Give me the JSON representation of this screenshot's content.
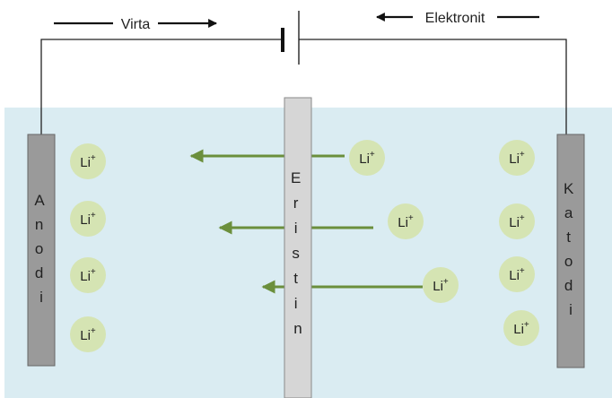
{
  "top_labels": {
    "current": "Virta",
    "electrons": "Elektronit"
  },
  "electrodes": {
    "anode": [
      "A",
      "n",
      "o",
      "d",
      "i"
    ],
    "separator": [
      "E",
      "r",
      "i",
      "s",
      "t",
      "i",
      "n"
    ],
    "cathode": [
      "K",
      "a",
      "t",
      "o",
      "d",
      "i"
    ]
  },
  "ion": {
    "base": "Li",
    "charge": "+"
  },
  "colors": {
    "electrolyte": "#daecf2",
    "electrode": "#9a9a9a",
    "separator": "#d6d6d6",
    "ion_fill": "#d5e4b3",
    "ion_arrow": "#6b8f3c",
    "wire": "#222222"
  }
}
